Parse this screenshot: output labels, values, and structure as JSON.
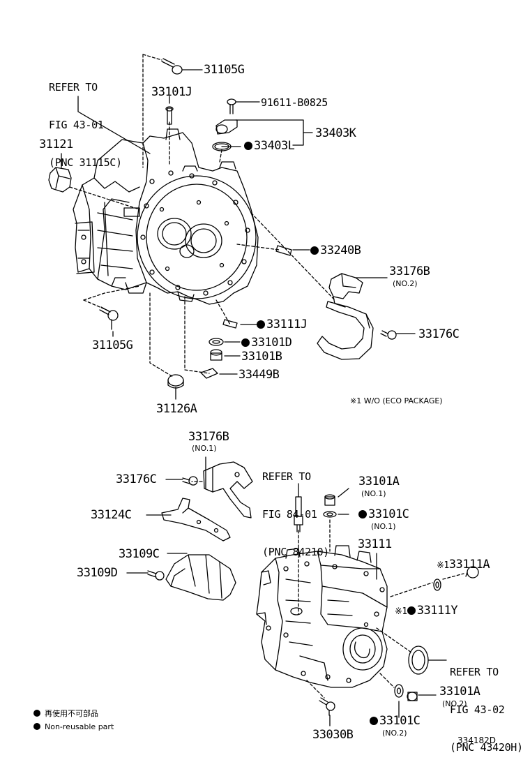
{
  "refs": {
    "top": [
      "REFER TO",
      "FIG 43-01",
      "(PNC 31115C)"
    ],
    "mid": [
      "REFER TO",
      "FIG 84-01",
      "(PNC 84210)"
    ],
    "right": [
      "REFER TO",
      "FIG 43-02",
      "(PNC 43420H)"
    ]
  },
  "parts": {
    "p31105G_top": "31105G",
    "p33101J": "33101J",
    "p91611": "91611-B0825",
    "p33403K": "33403K",
    "p33403L": "33403L",
    "p31121": "31121",
    "p33240B": "33240B",
    "p33176B_no2": "33176B",
    "p33176C_top": "33176C",
    "p31105G_bot": "31105G",
    "p33111J": "33111J",
    "p33101D": "33101D",
    "p33101B": "33101B",
    "p33449B": "33449B",
    "p31126A": "31126A",
    "p33176B_no1": "33176B",
    "p33176C_bot": "33176C",
    "p33124C": "33124C",
    "p33109C": "33109C",
    "p33109D": "33109D",
    "p33101A_no1": "33101A",
    "p33101C_no1": "33101C",
    "p33111": "33111",
    "p33111A": "33111A",
    "p33111Y": "33111Y",
    "p33101A_no2": "33101A",
    "p33101C_no2": "33101C",
    "p33030B": "33030B"
  },
  "subs": {
    "no1": "(NO.1)",
    "no2": "(NO.2)"
  },
  "marks": {
    "x1": "※1"
  },
  "notes": {
    "eco": "※1 W/O (ECO PACKAGE)",
    "legend_jp": "再使用不可部品",
    "legend_en": "Non-reusable part",
    "code": "334182D"
  }
}
